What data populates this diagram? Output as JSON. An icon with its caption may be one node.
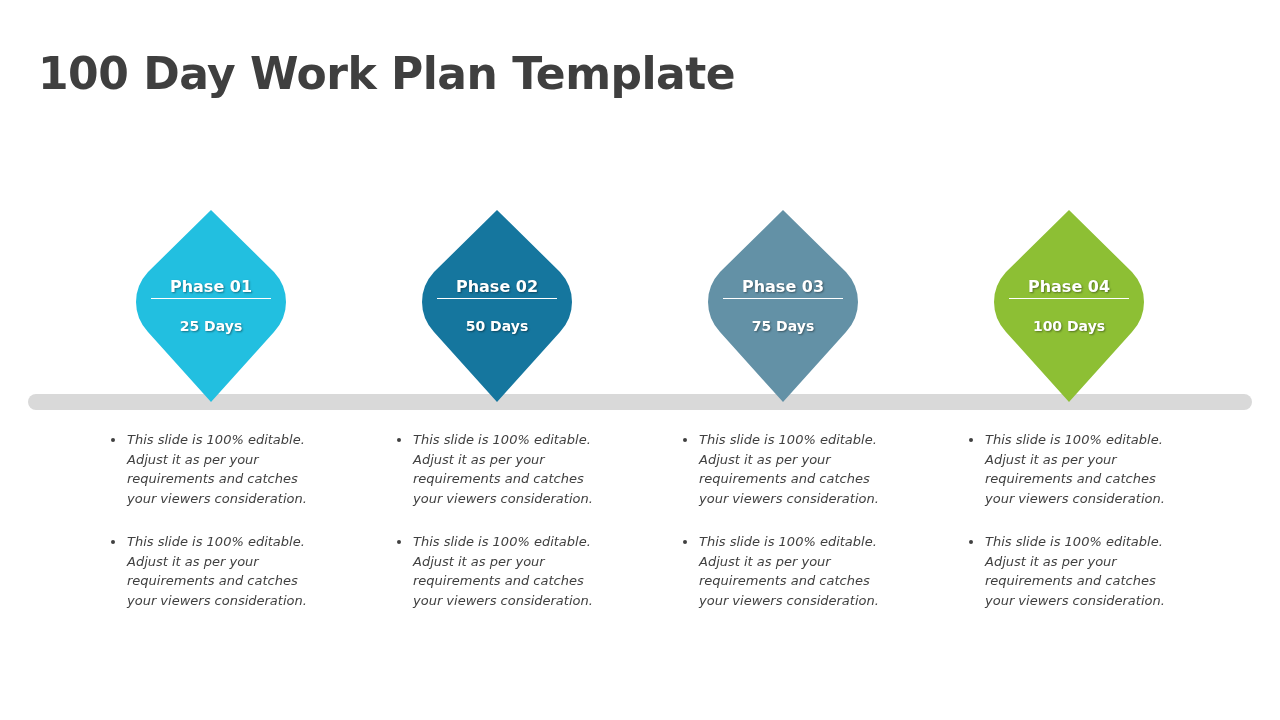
{
  "diagram": {
    "title": "100 Day Work Plan Template",
    "nodes": [
      {
        "text": [
          "Phase 01",
          "25 Days"
        ],
        "beside": [
          "This slide is 100% editable. Adjust it as per your requirements and catches your viewers consideration.",
          "This slide is 100% editable. Adjust it as per your requirements and catches your viewers consideration."
        ]
      },
      {
        "text": [
          "Phase 02",
          "50 Days"
        ],
        "beside": [
          "This slide is 100% editable. Adjust it as per your requirements and catches your viewers consideration.",
          "This slide is 100% editable. Adjust it as per your requirements and catches your viewers consideration."
        ]
      },
      {
        "text": [
          "Phase 03",
          "75 Days"
        ],
        "beside": [
          "This slide is 100% editable. Adjust it as per your requirements and catches your viewers consideration.",
          "This slide is 100% editable. Adjust it as per your requirements and catches your viewers consideration."
        ]
      },
      {
        "text": [
          "Phase 04",
          "100 Days"
        ],
        "beside": [
          "This slide is 100% editable. Adjust it as per your requirements and catches your viewers consideration.",
          "This slide is 100% editable. Adjust it as per your requirements and catches your viewers consideration."
        ]
      },
      {
        "text": [],
        "shape": "bar"
      }
    ]
  }
}
